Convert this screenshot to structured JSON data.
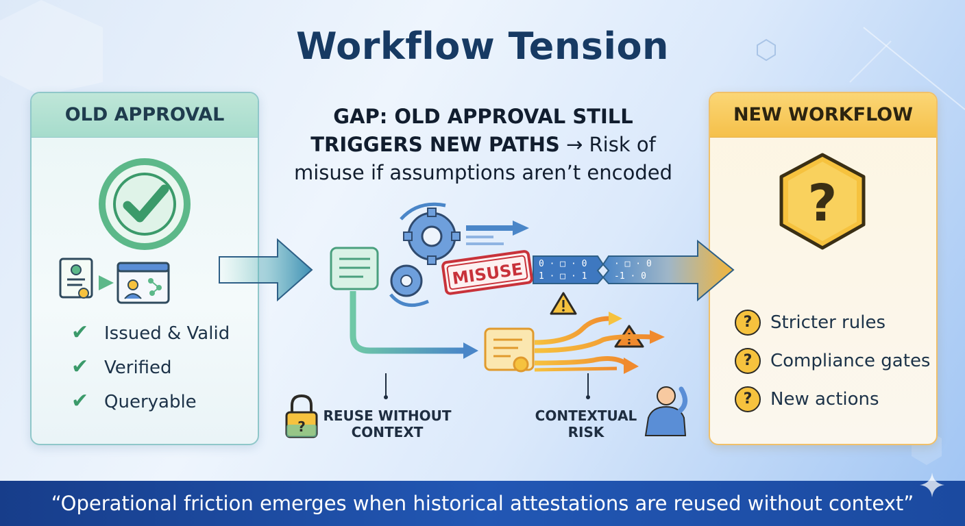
{
  "title": "Workflow Tension",
  "old_panel": {
    "header": "OLD APPROVAL",
    "items": [
      "Issued & Valid",
      "Verified",
      "Queryable"
    ]
  },
  "new_panel": {
    "header": "NEW WORKFLOW",
    "items": [
      "Stricter rules",
      "Compliance gates",
      "New actions"
    ]
  },
  "gap": {
    "bold": "GAP: OLD APPROVAL STILL TRIGGERS NEW PATHS",
    "arrow": "→",
    "rest": "Risk of misuse if assumptions aren’t encoded"
  },
  "misuse_stamp": "MISUSE",
  "binary_stream": [
    "0 · □ · 0",
    "1 · □ · 1",
    "·  □ · 0",
    "-1 · 0"
  ],
  "labels": {
    "reuse": [
      "REUSE WITHOUT",
      "CONTEXT"
    ],
    "risk": [
      "CONTEXTUAL",
      "RISK"
    ]
  },
  "footer_quote": "“Operational friction emerges when historical attestations are reused without context”",
  "colors": {
    "title": "#173a63",
    "old_accent": "#3b9a6a",
    "new_accent": "#f5c04a",
    "footer": "#1f4fa3",
    "misuse": "#c8323a"
  }
}
